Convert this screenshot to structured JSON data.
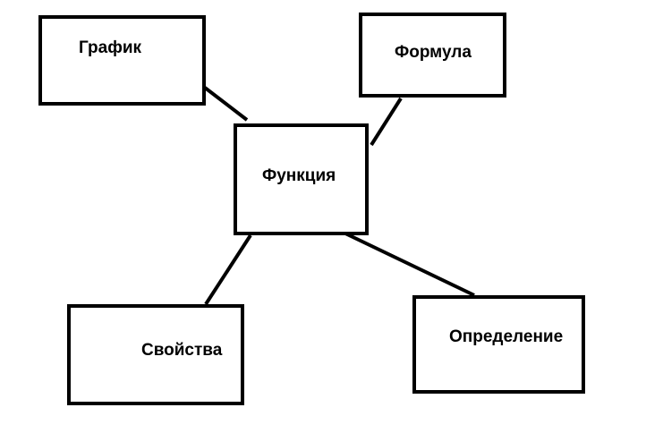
{
  "diagram": {
    "center": {
      "label": "Функция"
    },
    "nodes": {
      "graph": {
        "label": "График"
      },
      "formula": {
        "label": "Формула"
      },
      "properties": {
        "label": "Свойства"
      },
      "definition": {
        "label": "Определение"
      }
    },
    "edges": [
      {
        "from": "center",
        "to": "graph"
      },
      {
        "from": "center",
        "to": "formula"
      },
      {
        "from": "center",
        "to": "properties"
      },
      {
        "from": "center",
        "to": "definition"
      }
    ]
  }
}
